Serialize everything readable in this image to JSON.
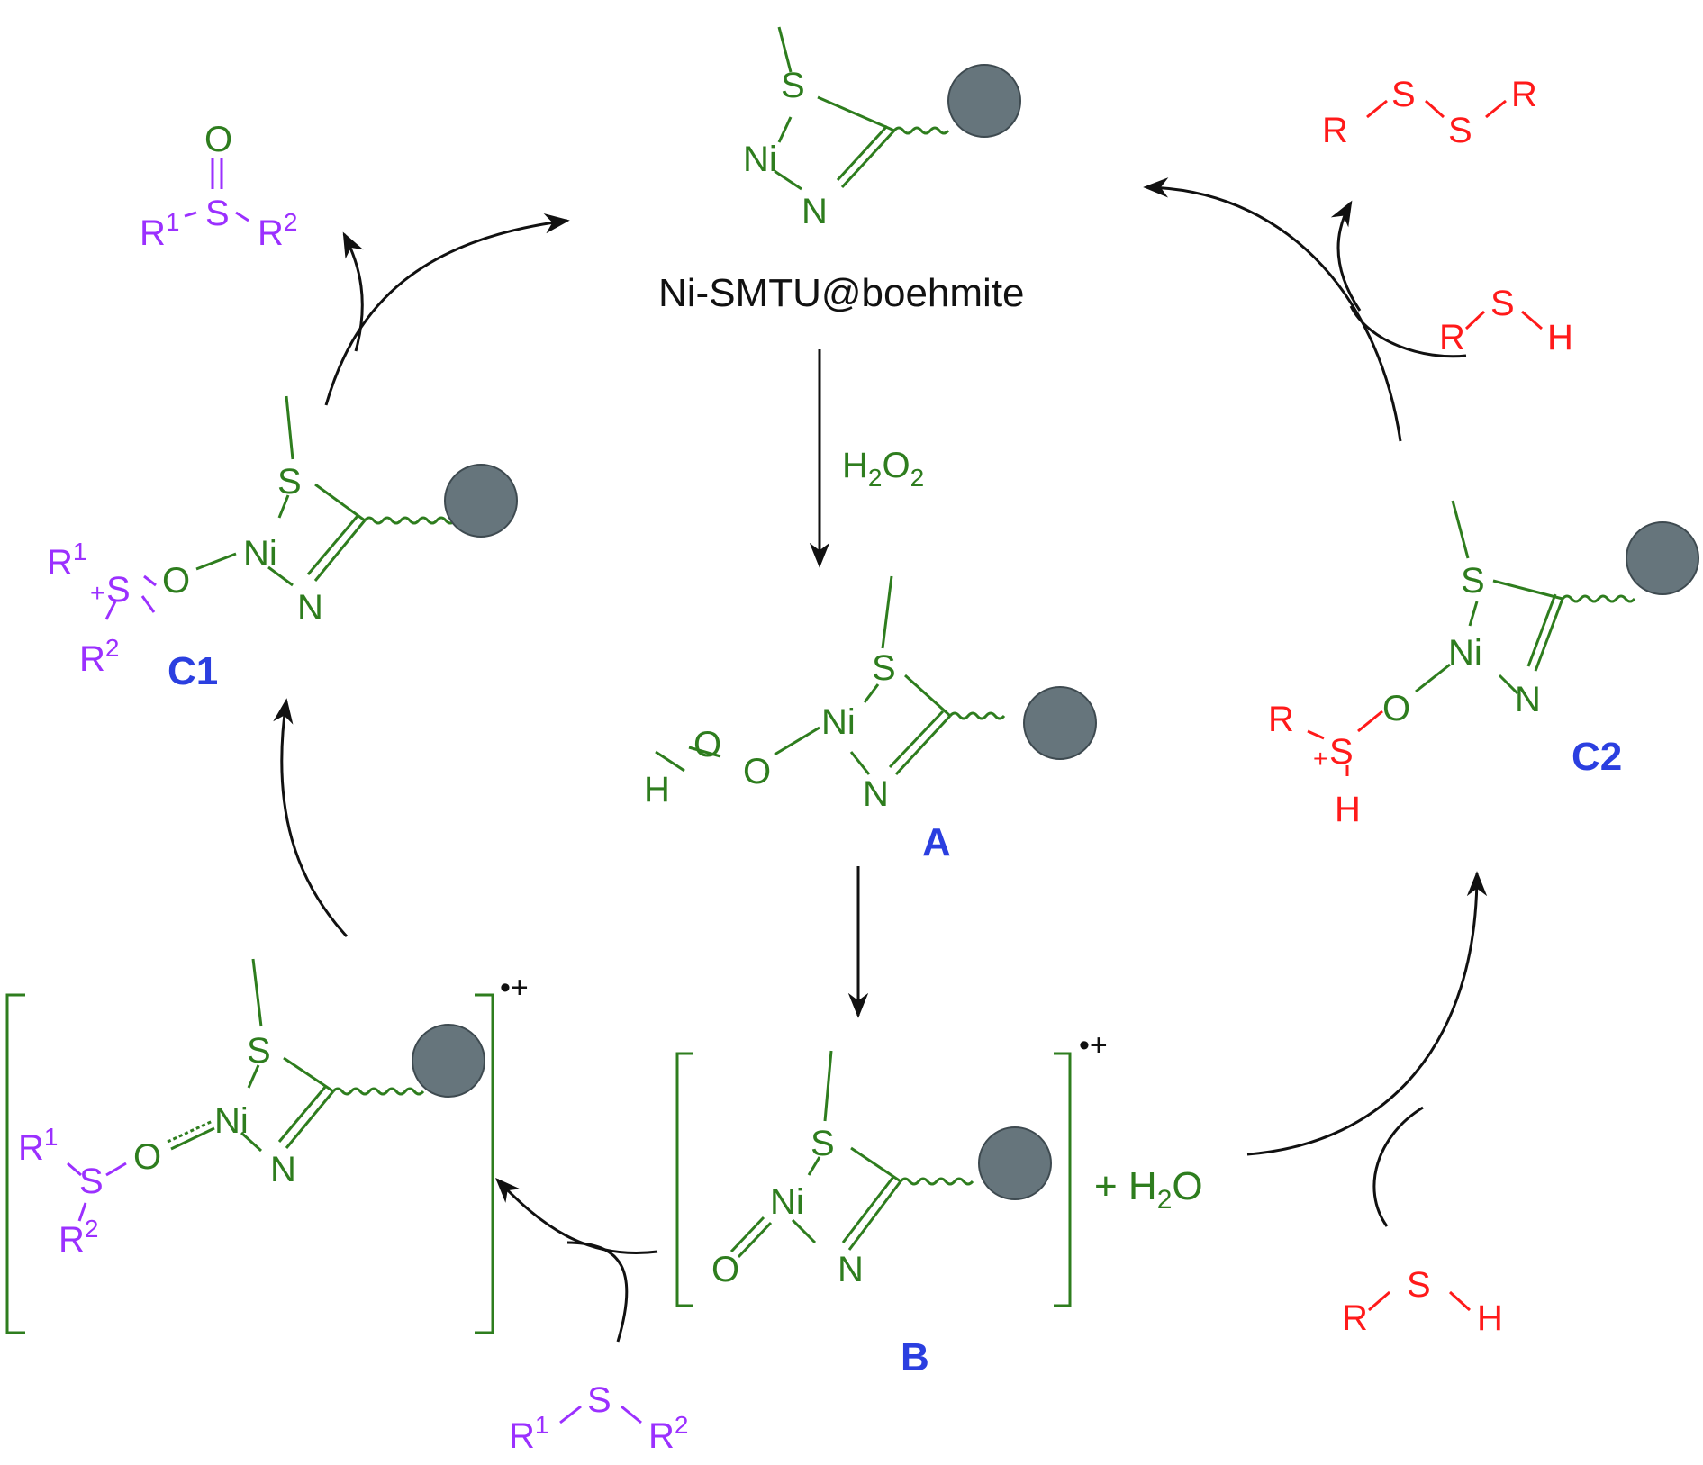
{
  "catalyst_name": "Ni-SMTU@boehmite",
  "reagents": {
    "oxidant": "H2O2",
    "water": "+ H2O",
    "thiol": "R–S–H",
    "sulfide": "R1–S–R2"
  },
  "products": {
    "sulfoxide": "R1–S(=O)–R2",
    "disulfide": "R–S–S–R"
  },
  "compound_labels": {
    "A": "A",
    "B": "B",
    "C1": "C1",
    "C2": "C2"
  },
  "charges": {
    "radical_cation": "•+",
    "plus": "+"
  },
  "atoms": {
    "S": "S",
    "Ni": "Ni",
    "N": "N",
    "O": "O",
    "H": "H",
    "R": "R"
  },
  "colors": {
    "catalyst": "#2e7d1e",
    "sulfide_series": "#9b30ff",
    "thiol_series": "#ff1a1a",
    "label": "#2b3fe0",
    "support_sphere": "#66757c",
    "arrow": "#111111"
  }
}
